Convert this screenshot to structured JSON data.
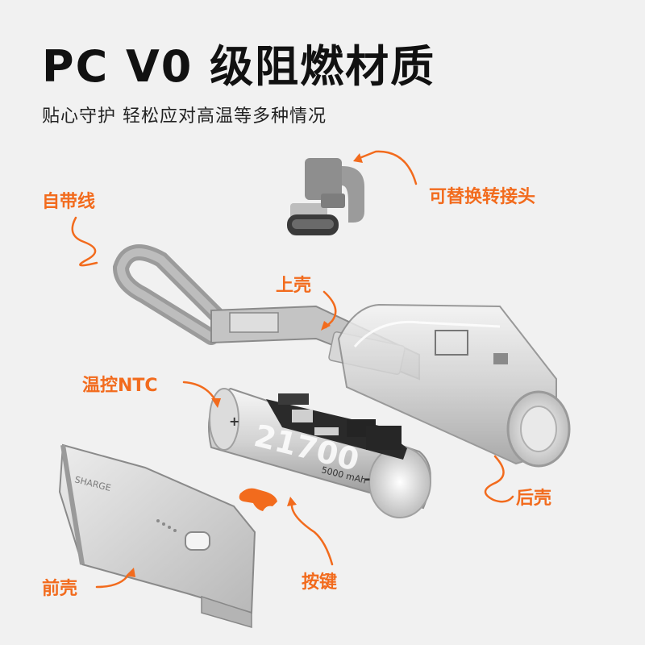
{
  "header": {
    "title": "PC V0 级阻燃材质",
    "subtitle": "贴心守护 轻松应对高温等多种情况"
  },
  "labels": {
    "cable": "自带线",
    "connector": "可替换转接头",
    "top_shell": "上壳",
    "ntc": "温控NTC",
    "rear_shell": "后壳",
    "front_shell": "前壳",
    "button": "按键"
  },
  "product_markings": {
    "battery_model": "21700",
    "battery_capacity": "5000 mAh",
    "battery_plus": "+",
    "battery_minus": "-",
    "brand": "SHARGE"
  },
  "colors": {
    "accent": "#f26b1d",
    "background": "#f1f1f1",
    "title": "#111111",
    "cable_grey": "#9a9a9a",
    "shell_clear": "#d9d9d9",
    "battery": "#c8c8c8",
    "pcb": "#2a2a2a"
  }
}
